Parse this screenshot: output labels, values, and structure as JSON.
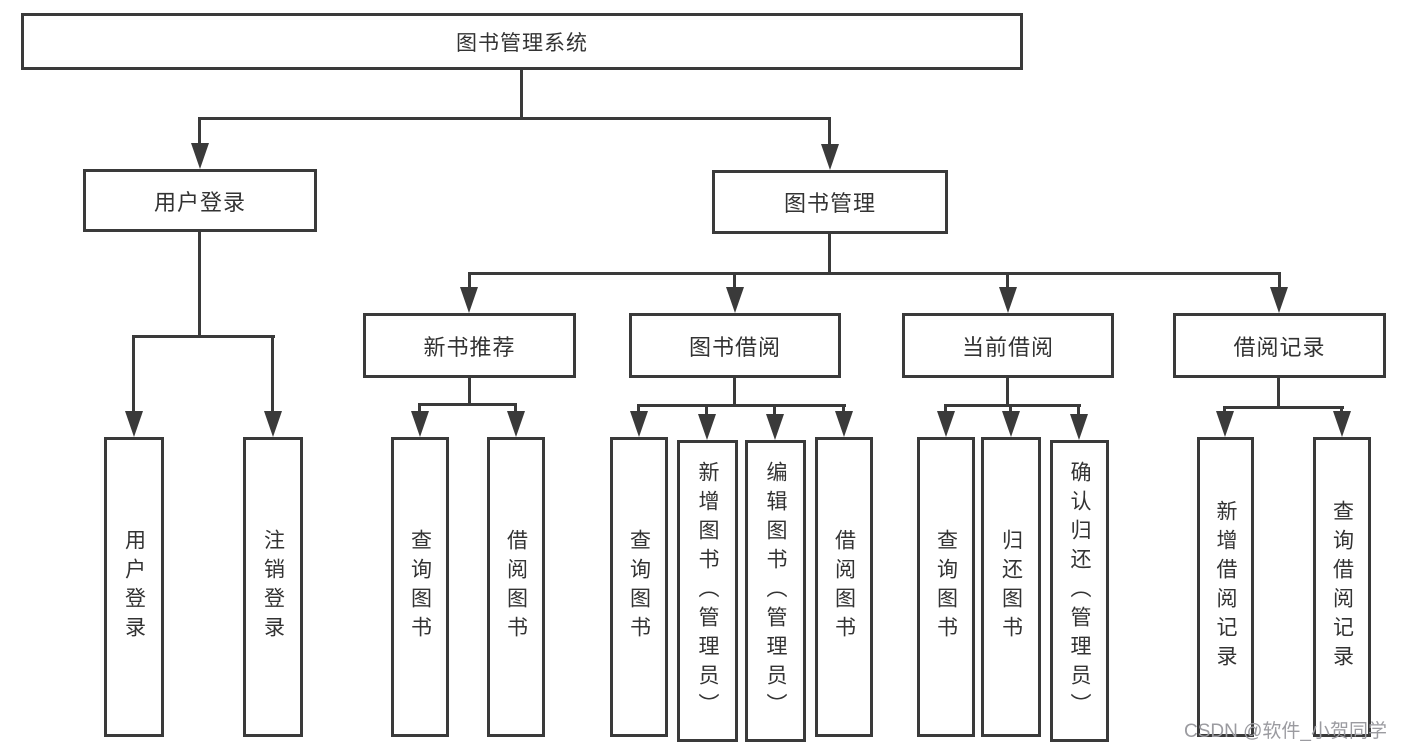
{
  "tree": {
    "root": "图书管理系统",
    "level2": [
      "用户登录",
      "图书管理"
    ],
    "level3": [
      "新书推荐",
      "图书借阅",
      "当前借阅",
      "借阅记录"
    ],
    "leaves_user_login": [
      "用户登录",
      "注销登录"
    ],
    "leaves_new_book": [
      "查询图书",
      "借阅图书"
    ],
    "leaves_book_borrow": [
      "查询图书",
      "新增图书（管理员）",
      "编辑图书（管理员）",
      "借阅图书"
    ],
    "leaves_current_borrow": [
      "查询图书",
      "归还图书",
      "确认归还（管理员）"
    ],
    "leaves_borrow_records": [
      "新增借阅记录",
      "查询借阅记录"
    ]
  },
  "watermark": {
    "text": "CSDN @软件_小贺同学"
  },
  "colors": {
    "line": "#3a3a3a",
    "text": "#333333",
    "watermark": "#9b9ba0",
    "background": "#ffffff"
  }
}
